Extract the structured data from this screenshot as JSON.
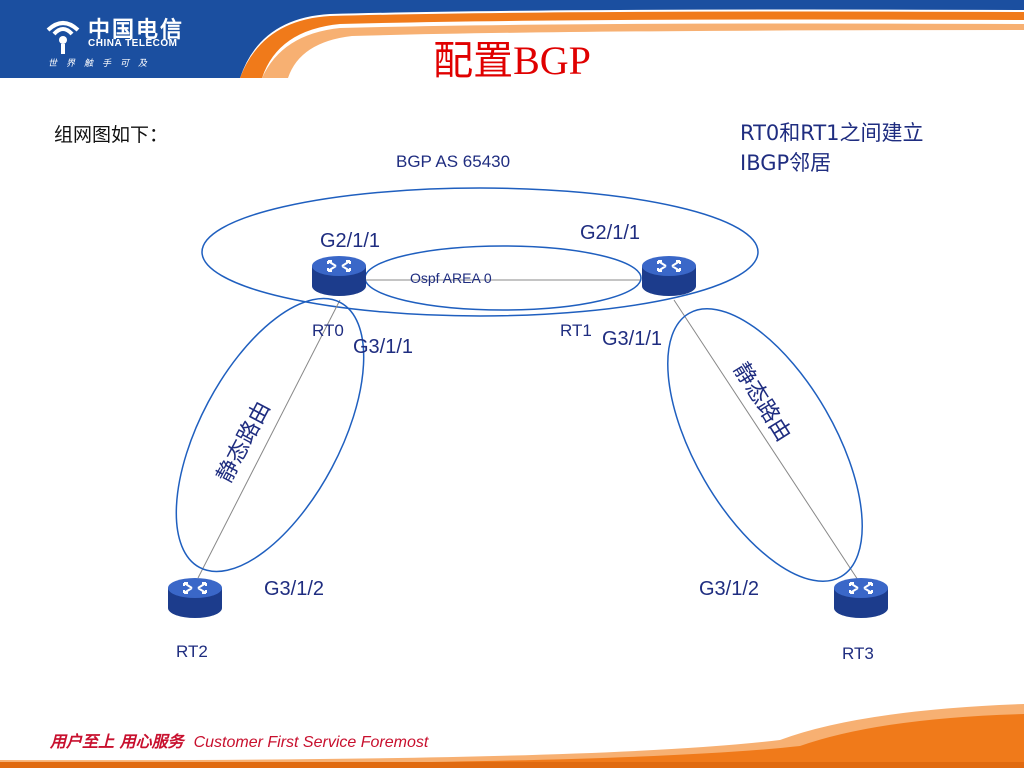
{
  "header": {
    "logo_cn": "中国电信",
    "logo_en": "CHINA TELECOM",
    "logo_slogan": "世界触手可及",
    "colors": {
      "header_blue": "#1b4fa0",
      "accent_orange": "#f07a1a",
      "title_red": "#e00000",
      "text_blue": "#1f2d80"
    }
  },
  "title": "配置BGP",
  "intro": "组网图如下：",
  "note": "RT0和RT1之间建立IBGP邻居",
  "diagram": {
    "bgp_as": "BGP AS 65430",
    "ospf_area": "Ospf AREA 0",
    "static_route_left": "静态路由",
    "static_route_right": "静态路由",
    "routers": {
      "rt0": "RT0",
      "rt1": "RT1",
      "rt2": "RT2",
      "rt3": "RT3"
    },
    "interfaces": {
      "rt0_g2": "G2/1/1",
      "rt1_g2": "G2/1/1",
      "rt0_g3": "G3/1/1",
      "rt1_g3": "G3/1/1",
      "rt2_g3": "G3/1/2",
      "rt3_g3": "G3/1/2"
    },
    "icons": [
      "router-icon"
    ]
  },
  "footer": {
    "slogan_cn": "用户至上  用心服务",
    "slogan_en": "Customer First Service Foremost"
  }
}
